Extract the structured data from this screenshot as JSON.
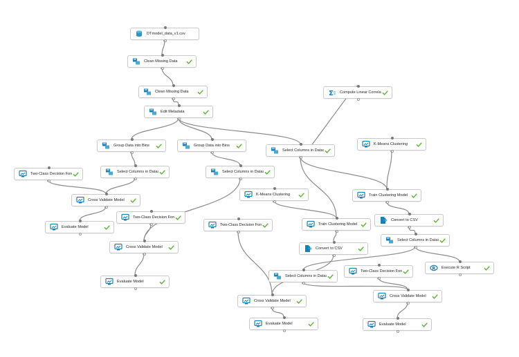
{
  "colors": {
    "check": "#5cb536",
    "icon": "#1a7fb3",
    "edge": "#8a8a8a"
  },
  "nodes": [
    {
      "id": "n1",
      "label": "DTmodel_data_v1.csv",
      "icon": "dataset-icon",
      "check": false
    },
    {
      "id": "n2",
      "label": "Clean Missing Data",
      "icon": "transform-icon",
      "check": true
    },
    {
      "id": "n3",
      "label": "Clean Missing Data",
      "icon": "transform-icon",
      "check": true
    },
    {
      "id": "n4",
      "label": "Edit Metadata",
      "icon": "transform-icon",
      "check": true
    },
    {
      "id": "n5",
      "label": "Compute Linear Correlation",
      "icon": "sigma-icon",
      "check": true
    },
    {
      "id": "n6",
      "label": "Group Data into Bins",
      "icon": "transform-icon",
      "check": true
    },
    {
      "id": "n7",
      "label": "Group Data into Bins",
      "icon": "transform-icon",
      "check": true
    },
    {
      "id": "n8",
      "label": "Select Columns in Dataset",
      "icon": "transform-icon",
      "check": true
    },
    {
      "id": "n9",
      "label": "K-Means Clustering",
      "icon": "model-icon",
      "check": true
    },
    {
      "id": "n10",
      "label": "Two-Class Decision Forest",
      "icon": "model-icon",
      "check": true
    },
    {
      "id": "n11",
      "label": "Select Columns in Dataset",
      "icon": "transform-icon",
      "check": true
    },
    {
      "id": "n12",
      "label": "Select Columns in Dataset",
      "icon": "transform-icon",
      "check": true
    },
    {
      "id": "n13",
      "label": "K-Means Clustering",
      "icon": "model-icon",
      "check": true
    },
    {
      "id": "n14",
      "label": "Train Clustering Model",
      "icon": "model-icon",
      "check": true
    },
    {
      "id": "n15",
      "label": "Cross Validate Model",
      "icon": "model-icon",
      "check": true
    },
    {
      "id": "n16",
      "label": "Two-Class Decision Forest",
      "icon": "model-icon",
      "check": true
    },
    {
      "id": "n17",
      "label": "Convert to CSV",
      "icon": "convert-icon",
      "check": true
    },
    {
      "id": "n18",
      "label": "Evaluate Model",
      "icon": "model-icon",
      "check": true
    },
    {
      "id": "n19",
      "label": "Two-Class Decision Forest",
      "icon": "model-icon",
      "check": true
    },
    {
      "id": "n20",
      "label": "Train Clustering Model",
      "icon": "model-icon",
      "check": true
    },
    {
      "id": "n21",
      "label": "Select Columns in Dataset",
      "icon": "transform-icon",
      "check": true
    },
    {
      "id": "n22",
      "label": "Cross Validate Model",
      "icon": "model-icon",
      "check": true
    },
    {
      "id": "n23",
      "label": "Convert to CSV",
      "icon": "convert-icon",
      "check": true
    },
    {
      "id": "n24",
      "label": "Execute R Script",
      "icon": "script-icon",
      "check": true
    },
    {
      "id": "n25",
      "label": "Two-Class Decision Forest",
      "icon": "model-icon",
      "check": true
    },
    {
      "id": "n26",
      "label": "Select Columns in Dataset",
      "icon": "transform-icon",
      "check": true
    },
    {
      "id": "n27",
      "label": "Evaluate Model",
      "icon": "model-icon",
      "check": true
    },
    {
      "id": "n28",
      "label": "Cross Validate Model",
      "icon": "model-icon",
      "check": true
    },
    {
      "id": "n29",
      "label": "Cross Validate Model",
      "icon": "model-icon",
      "check": true
    },
    {
      "id": "n30",
      "label": "Evaluate Model",
      "icon": "model-icon",
      "check": true
    },
    {
      "id": "n31",
      "label": "Evaluate Model",
      "icon": "model-icon",
      "check": true
    }
  ],
  "edges": [
    [
      "n1",
      "n2"
    ],
    [
      "n2",
      "n3"
    ],
    [
      "n3",
      "n4"
    ],
    [
      "n4",
      "n6"
    ],
    [
      "n4",
      "n7"
    ],
    [
      "n4",
      "n8"
    ],
    [
      "n8",
      "n5"
    ],
    [
      "n6",
      "n11"
    ],
    [
      "n7",
      "n12"
    ],
    [
      "n10",
      "n15"
    ],
    [
      "n11",
      "n15"
    ],
    [
      "n15",
      "n18"
    ],
    [
      "n12",
      "n22"
    ],
    [
      "n16",
      "n22"
    ],
    [
      "n22",
      "n27"
    ],
    [
      "n9",
      "n14"
    ],
    [
      "n8",
      "n14"
    ],
    [
      "n14",
      "n17"
    ],
    [
      "n17",
      "n21"
    ],
    [
      "n21",
      "n26"
    ],
    [
      "n21",
      "n24"
    ],
    [
      "n26",
      "n29"
    ],
    [
      "n25",
      "n29"
    ],
    [
      "n29",
      "n31"
    ],
    [
      "n13",
      "n20"
    ],
    [
      "n8",
      "n20"
    ],
    [
      "n20",
      "n23"
    ],
    [
      "n23",
      "n28"
    ],
    [
      "n19",
      "n28"
    ],
    [
      "n28",
      "n30"
    ]
  ]
}
